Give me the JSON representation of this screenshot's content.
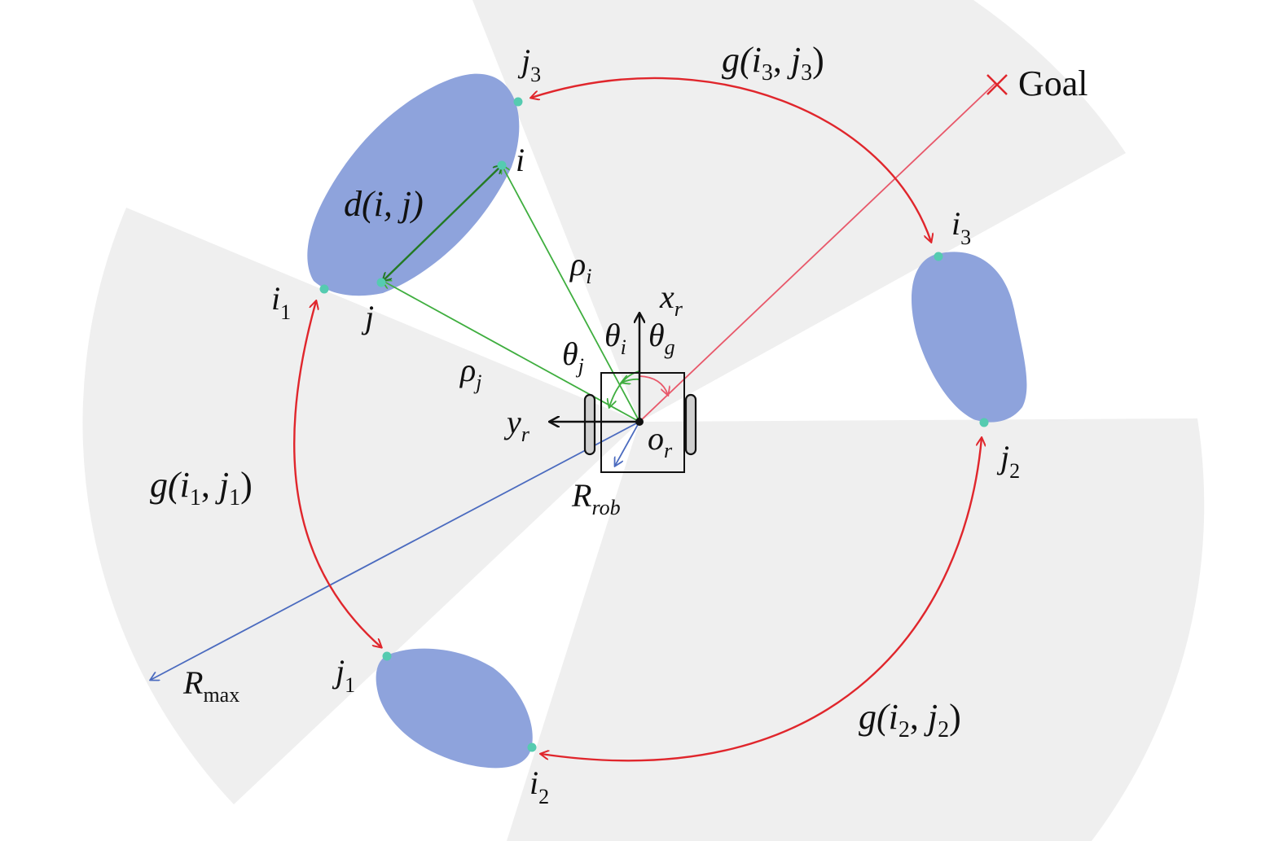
{
  "goal": {
    "label": "Goal",
    "marker": "cross-icon"
  },
  "colors": {
    "sector_fill": "#efefef",
    "obstacle_fill": "#8ea3dc",
    "red_arrow": "#e0262c",
    "green_arrow": "#3fae3f",
    "dark_green_arrow": "#237a23",
    "blue_arrow": "#4b6bbf",
    "goal_line": "#e8586a",
    "point_marker": "#55cbb0",
    "axis": "#111111"
  },
  "points": {
    "i": "i",
    "j": "j",
    "i1_base": "i",
    "i1_sub": "1",
    "j1_base": "j",
    "j1_sub": "1",
    "i2_base": "i",
    "i2_sub": "2",
    "j2_base": "j",
    "j2_sub": "2",
    "i3_base": "i",
    "i3_sub": "3",
    "j3_base": "j",
    "j3_sub": "3"
  },
  "gaps": {
    "g1": {
      "func": "g(",
      "a": "i",
      "a_sub": "1",
      "sep": ", ",
      "b": "j",
      "b_sub": "1",
      "close": ")"
    },
    "g2": {
      "func": "g(",
      "a": "i",
      "a_sub": "2",
      "sep": ", ",
      "b": "j",
      "b_sub": "2",
      "close": ")"
    },
    "g3": {
      "func": "g(",
      "a": "i",
      "a_sub": "3",
      "sep": ", ",
      "b": "j",
      "b_sub": "3",
      "close": ")"
    }
  },
  "distance": {
    "text": "d(i, j)"
  },
  "rho_i": {
    "base": "ρ",
    "sub": "i"
  },
  "rho_j": {
    "base": "ρ",
    "sub": "j"
  },
  "theta_i": {
    "base": "θ",
    "sub": "i"
  },
  "theta_j": {
    "base": "θ",
    "sub": "j"
  },
  "theta_g": {
    "base": "θ",
    "sub": "g"
  },
  "x_r": {
    "base": "x",
    "sub": "r"
  },
  "y_r": {
    "base": "y",
    "sub": "r"
  },
  "o_r": {
    "base": "o",
    "sub": "r"
  },
  "r_rob": {
    "base": "R",
    "sub": "rob"
  },
  "r_max": {
    "base": "R",
    "sub": "max"
  }
}
